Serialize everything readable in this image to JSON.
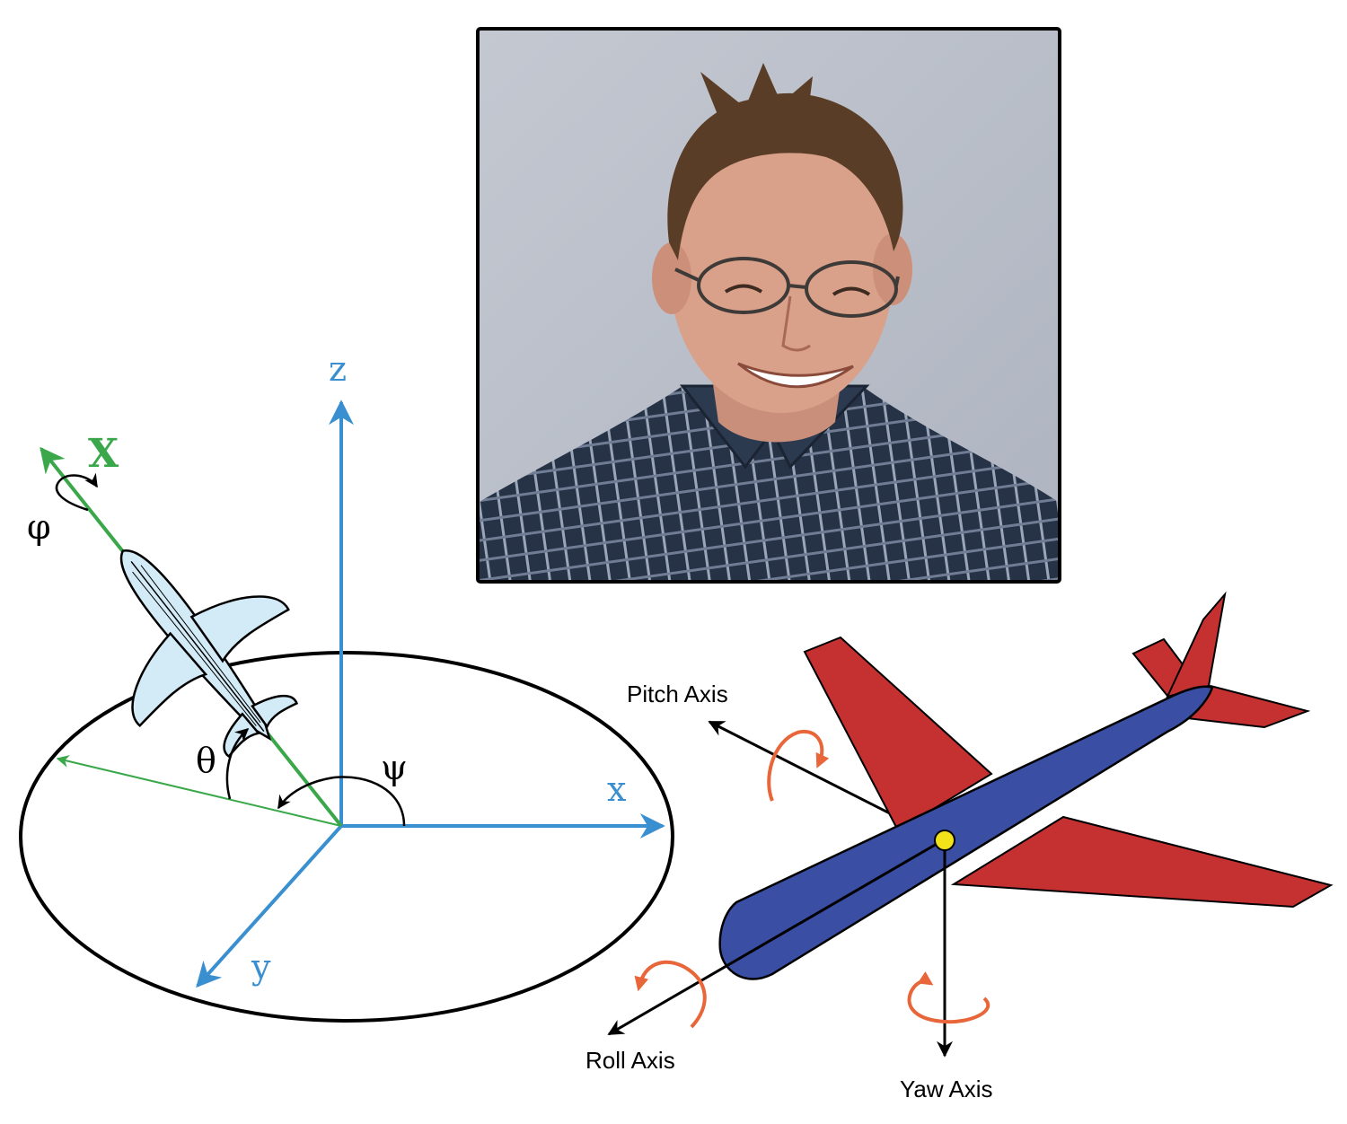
{
  "colors": {
    "axis_blue": "#3a8fd0",
    "axis_green": "#3aa84a",
    "plane_light_blue": "#d3ebf7",
    "fuselage_blue": "#3a4fa3",
    "wing_red": "#c53131",
    "rotation_orange": "#e8663a",
    "center_yellow": "#f2e21a",
    "photo_background": "#b9bfca"
  },
  "left_diagram": {
    "axis_z_label": "z",
    "axis_x_label": "x",
    "axis_y_label": "y",
    "body_axis_label": "X",
    "roll_angle_symbol": "φ",
    "pitch_angle_symbol": "θ",
    "yaw_angle_symbol": "ψ"
  },
  "portrait": {
    "icon": "person-photo"
  },
  "right_diagram": {
    "pitch_axis_label": "Pitch Axis",
    "roll_axis_label": "Roll Axis",
    "yaw_axis_label": "Yaw Axis"
  }
}
